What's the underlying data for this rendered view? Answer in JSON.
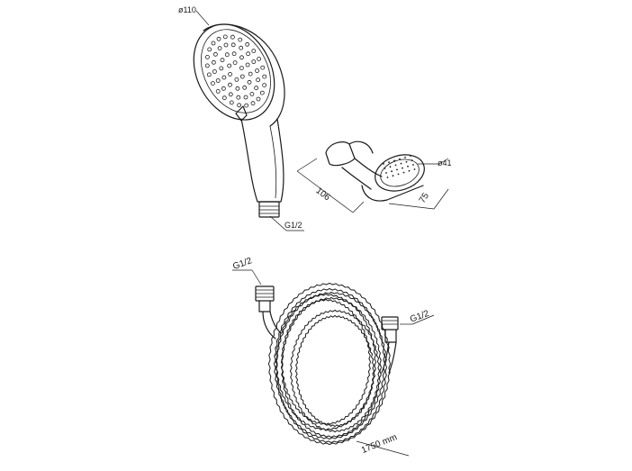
{
  "labels": {
    "head_diameter": "ø110",
    "head_thread": "G1/2",
    "holder_length": "106",
    "holder_width": "75",
    "holder_diameter": "ø41",
    "hose_thread_left": "G1/2",
    "hose_thread_right": "G1/2",
    "hose_length": "1750 mm"
  },
  "colors": {
    "line": "#1a1a1a",
    "background": "#ffffff"
  }
}
